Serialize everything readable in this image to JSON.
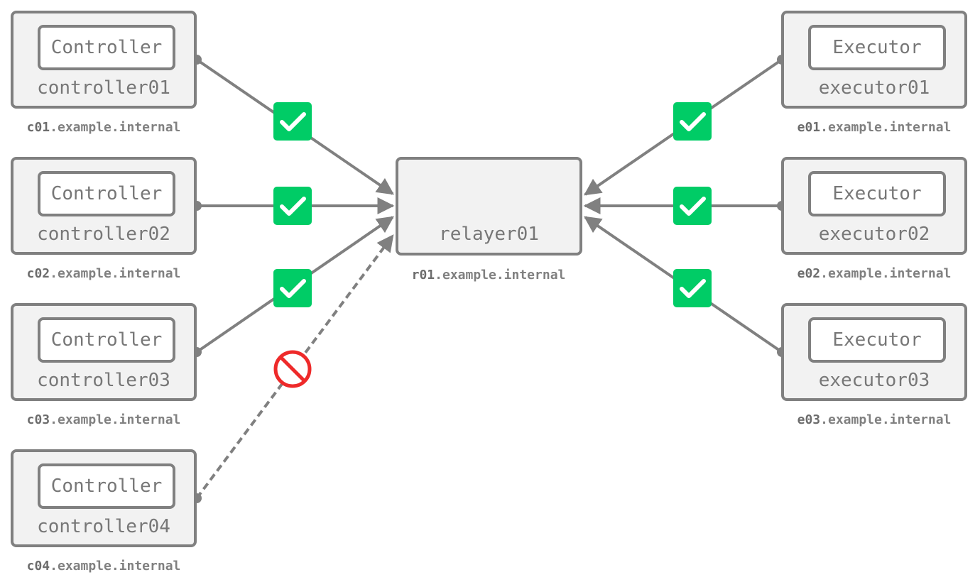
{
  "relayer": {
    "name": "relayer01",
    "host_prefix": "r01",
    "host_suffix": ".example.internal"
  },
  "controllers": [
    {
      "role": "Controller",
      "name": "controller01",
      "host_prefix": "c01",
      "host_suffix": ".example.internal",
      "status": "allowed"
    },
    {
      "role": "Controller",
      "name": "controller02",
      "host_prefix": "c02",
      "host_suffix": ".example.internal",
      "status": "allowed"
    },
    {
      "role": "Controller",
      "name": "controller03",
      "host_prefix": "c03",
      "host_suffix": ".example.internal",
      "status": "allowed"
    },
    {
      "role": "Controller",
      "name": "controller04",
      "host_prefix": "c04",
      "host_suffix": ".example.internal",
      "status": "blocked"
    }
  ],
  "executors": [
    {
      "role": "Executor",
      "name": "executor01",
      "host_prefix": "e01",
      "host_suffix": ".example.internal",
      "status": "allowed"
    },
    {
      "role": "Executor",
      "name": "executor02",
      "host_prefix": "e02",
      "host_suffix": ".example.internal",
      "status": "allowed"
    },
    {
      "role": "Executor",
      "name": "executor03",
      "host_prefix": "e03",
      "host_suffix": ".example.internal",
      "status": "allowed"
    }
  ],
  "colors": {
    "line": "#808080",
    "node_fill": "#f2f2f2",
    "ok_badge": "#00cc66",
    "blocked_badge": "#ee2a2a"
  },
  "icons": {
    "ok": "check-icon",
    "blocked": "prohibited-icon"
  }
}
